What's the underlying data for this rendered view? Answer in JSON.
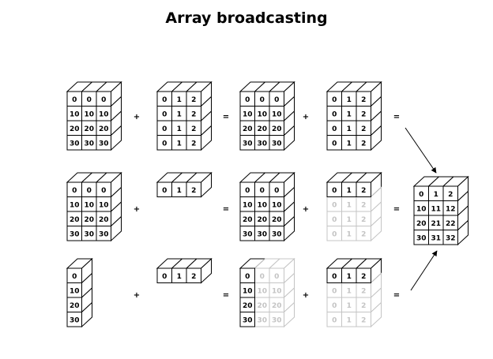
{
  "title": "Array broadcasting",
  "operators": {
    "plus": "+",
    "equals": "="
  },
  "rows": [
    {
      "a": [
        [
          "0",
          "0",
          "0"
        ],
        [
          "10",
          "10",
          "10"
        ],
        [
          "20",
          "20",
          "20"
        ],
        [
          "30",
          "30",
          "30"
        ]
      ],
      "b": [
        [
          "0",
          "1",
          "2"
        ],
        [
          "0",
          "1",
          "2"
        ],
        [
          "0",
          "1",
          "2"
        ],
        [
          "0",
          "1",
          "2"
        ]
      ],
      "a_full": [
        [
          "0",
          "0",
          "0"
        ],
        [
          "10",
          "10",
          "10"
        ],
        [
          "20",
          "20",
          "20"
        ],
        [
          "30",
          "30",
          "30"
        ]
      ],
      "b_full": [
        [
          "0",
          "1",
          "2"
        ],
        [
          "0",
          "1",
          "2"
        ],
        [
          "0",
          "1",
          "2"
        ],
        [
          "0",
          "1",
          "2"
        ]
      ]
    },
    {
      "a": [
        [
          "0",
          "0",
          "0"
        ],
        [
          "10",
          "10",
          "10"
        ],
        [
          "20",
          "20",
          "20"
        ],
        [
          "30",
          "30",
          "30"
        ]
      ],
      "b": [
        [
          "0",
          "1",
          "2"
        ]
      ],
      "a_full": [
        [
          "0",
          "0",
          "0"
        ],
        [
          "10",
          "10",
          "10"
        ],
        [
          "20",
          "20",
          "20"
        ],
        [
          "30",
          "30",
          "30"
        ]
      ],
      "b_full": [
        [
          "0",
          "1",
          "2"
        ],
        [
          "0",
          "1",
          "2"
        ],
        [
          "0",
          "1",
          "2"
        ],
        [
          "0",
          "1",
          "2"
        ]
      ]
    },
    {
      "a": [
        [
          "0"
        ],
        [
          "10"
        ],
        [
          "20"
        ],
        [
          "30"
        ]
      ],
      "b": [
        [
          "0",
          "1",
          "2"
        ]
      ],
      "a_full": [
        [
          "0",
          "0",
          "0"
        ],
        [
          "10",
          "10",
          "10"
        ],
        [
          "20",
          "20",
          "20"
        ],
        [
          "30",
          "30",
          "30"
        ]
      ],
      "b_full": [
        [
          "0",
          "1",
          "2"
        ],
        [
          "0",
          "1",
          "2"
        ],
        [
          "0",
          "1",
          "2"
        ],
        [
          "0",
          "1",
          "2"
        ]
      ]
    }
  ],
  "result": [
    [
      "0",
      "1",
      "2"
    ],
    [
      "10",
      "11",
      "12"
    ],
    [
      "20",
      "21",
      "22"
    ],
    [
      "30",
      "31",
      "32"
    ]
  ],
  "colors": {
    "ink": "#000000",
    "faded": "#c4c4c4"
  }
}
